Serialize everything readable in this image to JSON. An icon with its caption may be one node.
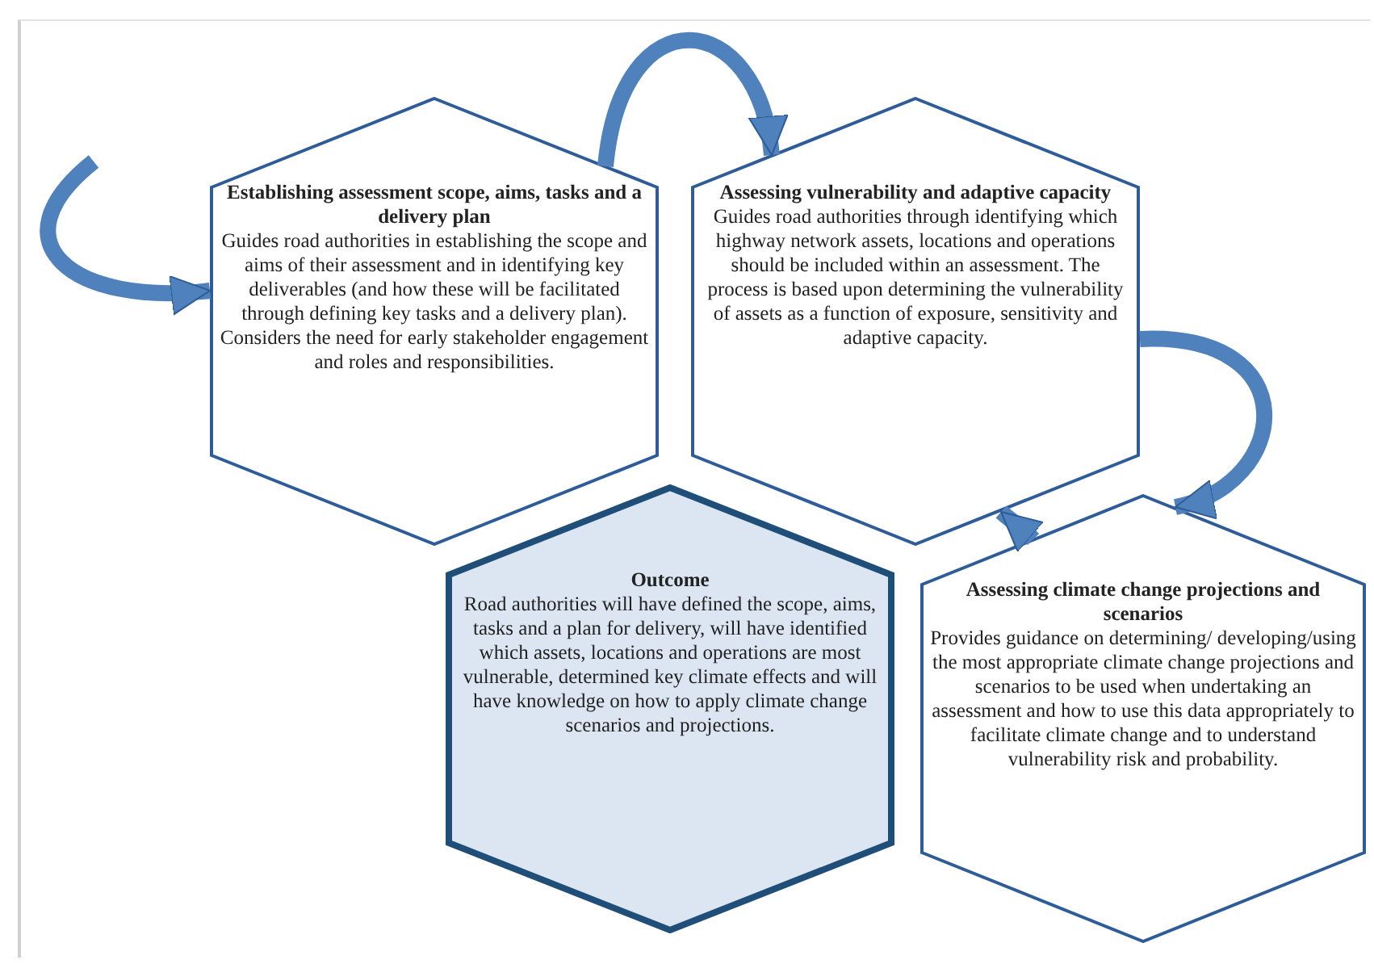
{
  "diagram": {
    "nodes": [
      {
        "text": [
          "Establishing assessment scope, aims, tasks and a delivery plan",
          "Guides road authorities in establishing the scope and aims of their assessment and in identifying key deliverables (and how these will be facilitated through defining key tasks and a delivery plan). Considers the need for early stakeholder engagement and roles and responsibilities."
        ]
      },
      {
        "text": [
          "Assessing vulnerability and adaptive capacity",
          "Guides road authorities through identifying which highway network assets, locations and operations should be included within an assessment. The process is based upon determining the vulnerability of assets as a function of exposure, sensitivity and adaptive capacity."
        ]
      },
      {
        "text": [
          "Outcome",
          "Road authorities will have defined the scope, aims, tasks and a plan for delivery, will have identified which assets, locations and operations are most vulnerable, determined key climate effects and will have knowledge on how to apply climate change scenarios and projections."
        ]
      },
      {
        "text": [
          "Assessing climate change projections and scenarios",
          "Provides guidance on determining/ developing/using the most appropriate climate change projections and scenarios to be used when undertaking an assessment and how to use this data appropriately to facilitate climate change and to understand vulnerability risk and probability."
        ]
      }
    ],
    "edges": [
      {
        "from": null,
        "to": 0,
        "arrow": "to"
      },
      {
        "from": 0,
        "to": 1,
        "arrow": "to"
      },
      {
        "from": 1,
        "to": 3,
        "arrow": "to"
      },
      {
        "from": 3,
        "to": 1,
        "arrow": "to"
      }
    ]
  }
}
